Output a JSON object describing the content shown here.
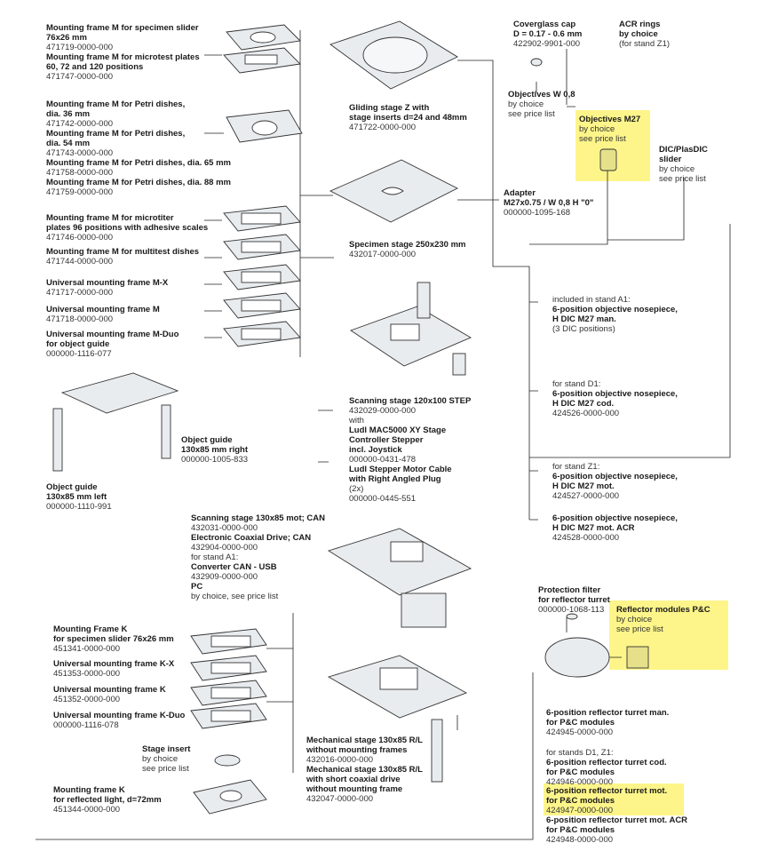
{
  "highlight_color": "#fdf58a",
  "labels": [
    {
      "id": "frame-m-slider",
      "lines": [
        {
          "t": "Mounting frame M for specimen slider",
          "b": true
        },
        {
          "t": "76x26 mm",
          "b": true
        },
        {
          "t": "471719-0000-000",
          "b": false
        },
        {
          "t": "Mounting frame M for microtest plates",
          "b": true
        },
        {
          "t": "60, 72 and 120 positions",
          "b": true
        },
        {
          "t": "471747-0000-000",
          "b": false
        }
      ]
    },
    {
      "id": "frame-m-petri",
      "lines": [
        {
          "t": "Mounting frame M for Petri dishes,",
          "b": true
        },
        {
          "t": "dia. 36 mm",
          "b": true
        },
        {
          "t": "471742-0000-000",
          "b": false
        },
        {
          "t": "Mounting frame M for Petri dishes,",
          "b": true
        },
        {
          "t": "dia. 54 mm",
          "b": true
        },
        {
          "t": "471743-0000-000",
          "b": false
        },
        {
          "t": "Mounting frame M for Petri dishes, dia. 65 mm",
          "b": true
        },
        {
          "t": "471758-0000-000",
          "b": false
        },
        {
          "t": "Mounting frame M for Petri dishes, dia. 88 mm",
          "b": true
        },
        {
          "t": "471759-0000-000",
          "b": false
        }
      ]
    },
    {
      "id": "frame-m-96",
      "lines": [
        {
          "t": "Mounting frame M for microtiter",
          "b": true
        },
        {
          "t": "plates 96 positions with adhesive scales",
          "b": true
        },
        {
          "t": "471746-0000-000",
          "b": false
        }
      ]
    },
    {
      "id": "frame-m-multitest",
      "lines": [
        {
          "t": "Mounting frame M for multitest dishes",
          "b": true
        },
        {
          "t": "471744-0000-000",
          "b": false
        }
      ]
    },
    {
      "id": "frame-m-x",
      "lines": [
        {
          "t": "Universal mounting frame M-X",
          "b": true
        },
        {
          "t": "471717-0000-000",
          "b": false
        }
      ]
    },
    {
      "id": "frame-m",
      "lines": [
        {
          "t": "Universal mounting frame M",
          "b": true
        },
        {
          "t": "471718-0000-000",
          "b": false
        }
      ]
    },
    {
      "id": "frame-m-duo",
      "lines": [
        {
          "t": "Universal mounting frame M-Duo",
          "b": true
        },
        {
          "t": "for object guide",
          "b": true
        },
        {
          "t": "000000-1116-077",
          "b": false
        }
      ]
    },
    {
      "id": "object-guide-right",
      "lines": [
        {
          "t": "Object guide",
          "b": true
        },
        {
          "t": "130x85 mm right",
          "b": true
        },
        {
          "t": "000000-1005-833",
          "b": false
        }
      ]
    },
    {
      "id": "object-guide-left",
      "lines": [
        {
          "t": "Object guide",
          "b": true
        },
        {
          "t": "130x85 mm left",
          "b": true
        },
        {
          "t": "000000-1110-991",
          "b": false
        }
      ]
    },
    {
      "id": "gliding-stage",
      "lines": [
        {
          "t": "Gliding stage Z with",
          "b": true
        },
        {
          "t": "stage inserts d=24 and 48mm",
          "b": true
        },
        {
          "t": "471722-0000-000",
          "b": false
        }
      ]
    },
    {
      "id": "specimen-stage",
      "lines": [
        {
          "t": "Specimen stage 250x230 mm",
          "b": true
        },
        {
          "t": "432017-0000-000",
          "b": false
        }
      ]
    },
    {
      "id": "scanning-stage-120",
      "lines": [
        {
          "t": "Scanning stage 120x100 STEP",
          "b": true
        },
        {
          "t": "432029-0000-000",
          "b": false
        },
        {
          "t": "with",
          "b": false
        },
        {
          "t": "Ludl MAC5000 XY Stage",
          "b": true
        },
        {
          "t": "Controller Stepper",
          "b": true
        },
        {
          "t": "incl. Joystick",
          "b": true
        },
        {
          "t": "000000-0431-478",
          "b": false
        },
        {
          "t": "Ludl Stepper Motor Cable",
          "b": true
        },
        {
          "t": "with Right Angled Plug",
          "b": true
        },
        {
          "t": "(2x)",
          "b": false
        },
        {
          "t": "000000-0445-551",
          "b": false
        }
      ]
    },
    {
      "id": "scanning-stage-130",
      "lines": [
        {
          "t": "Scanning stage 130x85 mot; CAN",
          "b": true
        },
        {
          "t": "432031-0000-000",
          "b": false
        },
        {
          "t": "Electronic Coaxial Drive; CAN",
          "b": true
        },
        {
          "t": "432904-0000-000",
          "b": false
        },
        {
          "t": "for stand A1:",
          "b": false
        },
        {
          "t": "Converter CAN - USB",
          "b": true
        },
        {
          "t": "432909-0000-000",
          "b": false
        },
        {
          "t": "PC",
          "b": true
        },
        {
          "t": "by choice, see price list",
          "b": false
        }
      ]
    },
    {
      "id": "frame-k-slider",
      "lines": [
        {
          "t": "Mounting Frame K",
          "b": true
        },
        {
          "t": "for specimen slider 76x26 mm",
          "b": true
        },
        {
          "t": "451341-0000-000",
          "b": false
        }
      ]
    },
    {
      "id": "frame-k-x",
      "lines": [
        {
          "t": "Universal mounting frame K-X",
          "b": true
        },
        {
          "t": "451353-0000-000",
          "b": false
        }
      ]
    },
    {
      "id": "frame-k",
      "lines": [
        {
          "t": "Universal mounting frame K",
          "b": true
        },
        {
          "t": "451352-0000-000",
          "b": false
        }
      ]
    },
    {
      "id": "frame-k-duo",
      "lines": [
        {
          "t": "Universal mounting frame K-Duo",
          "b": true
        },
        {
          "t": "000000-1116-078",
          "b": false
        }
      ]
    },
    {
      "id": "stage-insert",
      "lines": [
        {
          "t": "Stage insert",
          "b": true
        },
        {
          "t": "by choice",
          "b": false
        },
        {
          "t": "see price list",
          "b": false
        }
      ]
    },
    {
      "id": "frame-k-reflected",
      "lines": [
        {
          "t": "Mounting frame K",
          "b": true
        },
        {
          "t": "for reflected light, d=72mm",
          "b": true
        },
        {
          "t": "451344-0000-000",
          "b": false
        }
      ]
    },
    {
      "id": "mech-stage",
      "lines": [
        {
          "t": "Mechanical stage 130x85 R/L",
          "b": true
        },
        {
          "t": "without mounting frames",
          "b": true
        },
        {
          "t": "432016-0000-000",
          "b": false
        },
        {
          "t": "Mechanical stage 130x85 R/L",
          "b": true
        },
        {
          "t": "with short coaxial drive",
          "b": true
        },
        {
          "t": "without mounting frame",
          "b": true
        },
        {
          "t": "432047-0000-000",
          "b": false
        }
      ]
    },
    {
      "id": "coverglass-cap",
      "lines": [
        {
          "t": "Coverglass cap",
          "b": true
        },
        {
          "t": "D = 0.17 - 0.6 mm",
          "b": true
        },
        {
          "t": "422902-9901-000",
          "b": false
        }
      ]
    },
    {
      "id": "acr-rings",
      "lines": [
        {
          "t": "ACR rings",
          "b": true
        },
        {
          "t": "by choice",
          "b": true
        },
        {
          "t": "(for stand Z1)",
          "b": false
        }
      ]
    },
    {
      "id": "objectives-w",
      "lines": [
        {
          "t": "Objectives W 0,8",
          "b": true
        },
        {
          "t": "by choice",
          "b": false
        },
        {
          "t": "see price list",
          "b": false
        }
      ]
    },
    {
      "id": "objectives-m27",
      "lines": [
        {
          "t": "Objectives M27",
          "b": true
        },
        {
          "t": "by choice",
          "b": false
        },
        {
          "t": "see price list",
          "b": false
        }
      ]
    },
    {
      "id": "dic-slider",
      "lines": [
        {
          "t": "DIC/PlasDIC",
          "b": true
        },
        {
          "t": "slider",
          "b": true
        },
        {
          "t": "by choice",
          "b": false
        },
        {
          "t": "see price list",
          "b": false
        }
      ]
    },
    {
      "id": "adapter",
      "lines": [
        {
          "t": "Adapter",
          "b": true
        },
        {
          "t": "M27x0.75 / W 0,8 H \"0\"",
          "b": true
        },
        {
          "t": "000000-1095-168",
          "b": false
        }
      ]
    },
    {
      "id": "nosepiece-a1",
      "lines": [
        {
          "t": "included in stand A1:",
          "b": false
        },
        {
          "t": "6-position objective nosepiece,",
          "b": true
        },
        {
          "t": "H DIC M27 man.",
          "b": true
        },
        {
          "t": "(3 DIC positions)",
          "b": false
        }
      ]
    },
    {
      "id": "nosepiece-d1",
      "lines": [
        {
          "t": "for stand D1:",
          "b": false
        },
        {
          "t": "6-position objective nosepiece,",
          "b": true
        },
        {
          "t": "H DIC M27 cod.",
          "b": true
        },
        {
          "t": "424526-0000-000",
          "b": false
        }
      ]
    },
    {
      "id": "nosepiece-z1",
      "lines": [
        {
          "t": "for stand Z1:",
          "b": false
        },
        {
          "t": "6-position objective nosepiece,",
          "b": true
        },
        {
          "t": "H DIC M27 mot.",
          "b": true
        },
        {
          "t": "424527-0000-000",
          "b": false
        }
      ]
    },
    {
      "id": "nosepiece-acr",
      "lines": [
        {
          "t": "6-position objective nosepiece,",
          "b": true
        },
        {
          "t": "H DIC M27 mot. ACR",
          "b": true
        },
        {
          "t": "424528-0000-000",
          "b": false
        }
      ]
    },
    {
      "id": "protection-filter",
      "lines": [
        {
          "t": "Protection filter",
          "b": true
        },
        {
          "t": "for reflector turret",
          "b": true
        },
        {
          "t": "000000-1068-113",
          "b": false
        }
      ]
    },
    {
      "id": "reflector-modules",
      "lines": [
        {
          "t": "Reflector modules P&C",
          "b": true
        },
        {
          "t": "by choice",
          "b": false
        },
        {
          "t": "see price list",
          "b": false
        }
      ]
    },
    {
      "id": "turret-man",
      "lines": [
        {
          "t": "6-position reflector turret man.",
          "b": true
        },
        {
          "t": "for P&C modules",
          "b": true
        },
        {
          "t": "424945-0000-000",
          "b": false
        }
      ]
    },
    {
      "id": "turret-cod",
      "lines": [
        {
          "t": "for stands D1, Z1:",
          "b": false
        },
        {
          "t": "6-position reflector turret cod.",
          "b": true
        },
        {
          "t": "for P&C modules",
          "b": true
        },
        {
          "t": "424946-0000-000",
          "b": false
        }
      ]
    },
    {
      "id": "turret-mot",
      "lines": [
        {
          "t": "6-position reflector turret mot.",
          "b": true
        },
        {
          "t": "for P&C modules",
          "b": true
        },
        {
          "t": "424947-0000-000",
          "b": false
        }
      ]
    },
    {
      "id": "turret-mot-acr",
      "lines": [
        {
          "t": "6-position reflector turret mot. ACR",
          "b": true
        },
        {
          "t": "for P&C modules",
          "b": true
        },
        {
          "t": "424948-0000-000",
          "b": false
        }
      ]
    }
  ]
}
